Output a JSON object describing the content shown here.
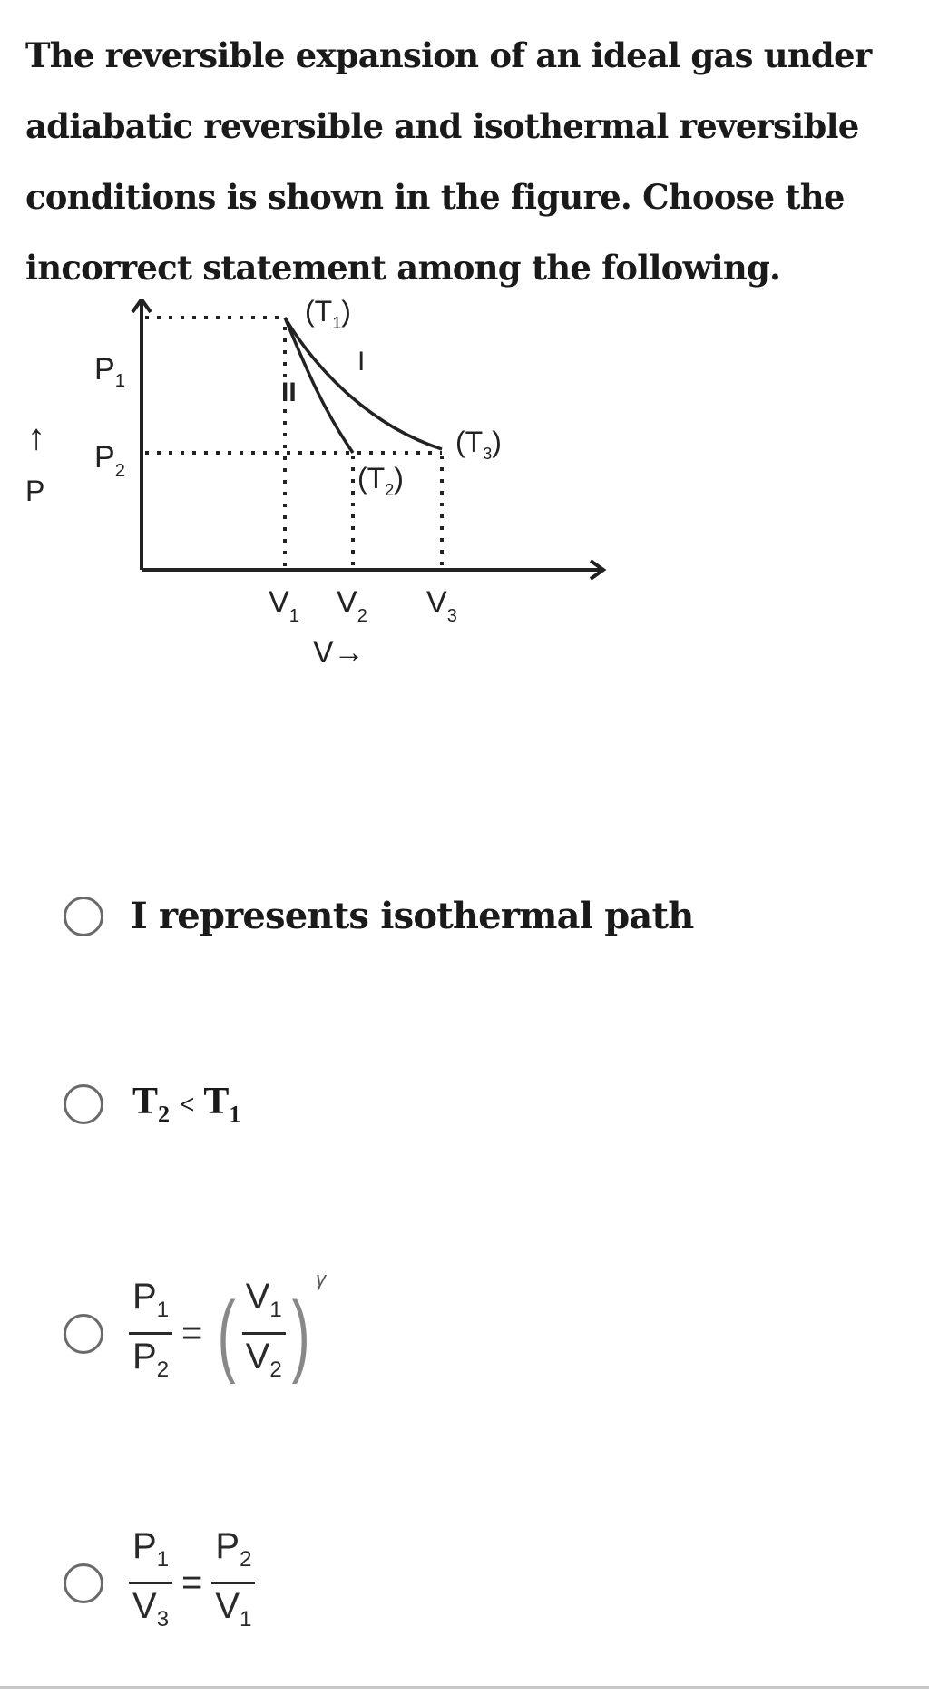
{
  "question": {
    "text": "The reversible expansion of an ideal gas under adiabatic reversible and isothermal reversible conditions is shown in the figure. Choose the incorrect statement among the following."
  },
  "figure": {
    "y_axis_label": "P",
    "y_axis_arrow": "↑",
    "x_axis_label": "V→",
    "pressure_ticks": [
      {
        "base": "P",
        "sub": "1"
      },
      {
        "base": "P",
        "sub": "2"
      }
    ],
    "volume_ticks": [
      {
        "base": "V",
        "sub": "1"
      },
      {
        "base": "V",
        "sub": "2"
      },
      {
        "base": "V",
        "sub": "3"
      }
    ],
    "state_labels": [
      {
        "base": "(T",
        "sub": "1",
        "close": ")"
      },
      {
        "base": "(T",
        "sub": "2",
        "close": ")"
      },
      {
        "base": "(T",
        "sub": "3",
        "close": ")"
      }
    ],
    "curve_labels": [
      "I",
      "II"
    ],
    "curves": [
      {
        "name": "I",
        "from": "(V1,P1,T1)",
        "to": "(V3,P2,T3)",
        "type": "isothermal"
      },
      {
        "name": "II",
        "from": "(V1,P1,T1)",
        "to": "(V2,P2,T2)",
        "type": "adiabatic"
      }
    ]
  },
  "options": [
    {
      "id": "a",
      "text": "I represents isothermal path",
      "selected": false
    },
    {
      "id": "b",
      "t_left": "T",
      "t_left_sub": "2",
      "op": "<",
      "t_right": "T",
      "t_right_sub": "1",
      "selected": false
    },
    {
      "id": "c",
      "lhs_num": "P",
      "lhs_num_sub": "1",
      "lhs_den": "P",
      "lhs_den_sub": "2",
      "eq": "=",
      "rhs_num": "V",
      "rhs_num_sub": "1",
      "rhs_den": "V",
      "rhs_den_sub": "2",
      "exponent": "γ",
      "selected": false
    },
    {
      "id": "d",
      "lhs_num": "P",
      "lhs_num_sub": "1",
      "lhs_den": "V",
      "lhs_den_sub": "3",
      "eq": "=",
      "rhs_num": "P",
      "rhs_num_sub": "2",
      "rhs_den": "V",
      "rhs_den_sub": "1",
      "selected": false
    }
  ]
}
